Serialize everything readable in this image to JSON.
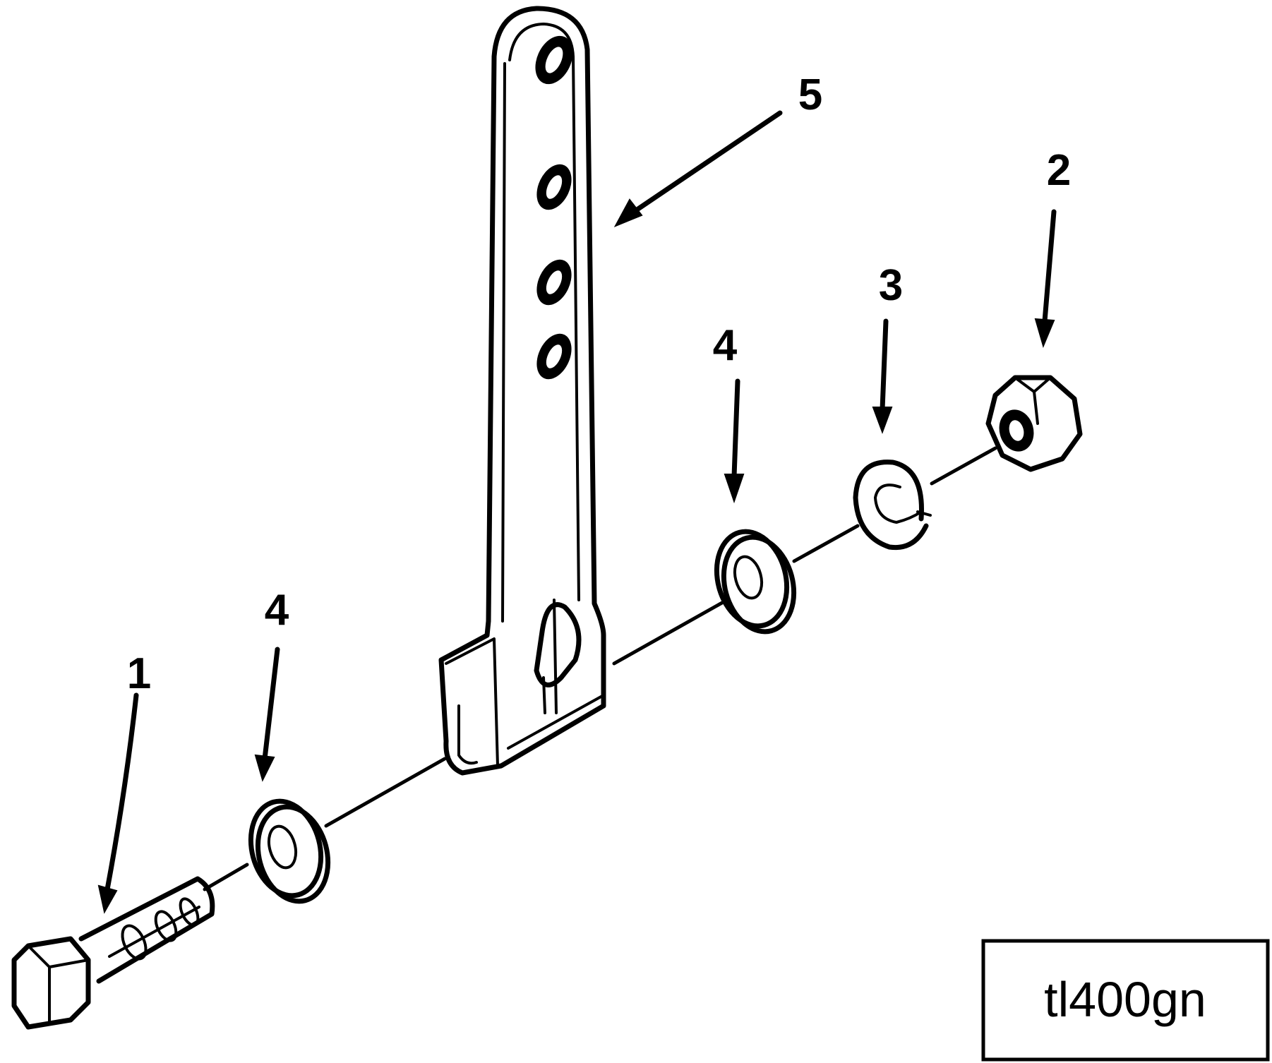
{
  "figure_id": "tl400gn",
  "callouts": {
    "bolt": "1",
    "nut": "2",
    "lock_washer": "3",
    "washer_left": "4",
    "washer_right": "4",
    "bracket": "5"
  }
}
